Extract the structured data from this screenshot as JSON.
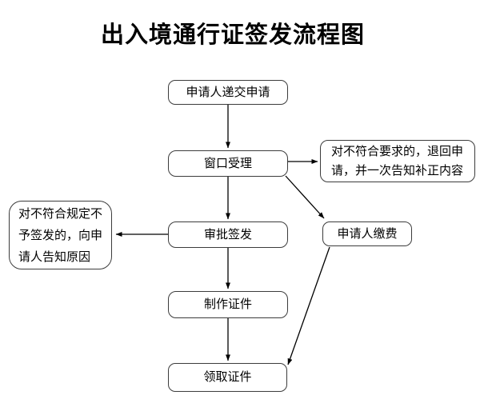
{
  "title": "出入境通行证签发流程图",
  "nodes": {
    "submit": {
      "label": "申请人递交申请"
    },
    "accept": {
      "label": "窗口受理"
    },
    "return_notice": {
      "label": "对不符合要求的，退回申\n请，并一次告知补正内容"
    },
    "approve": {
      "label": "审批签发"
    },
    "reject_notice": {
      "label": "对不符合规定不\n予签发的，向申\n请人告知原因"
    },
    "pay": {
      "label": "申请人缴费"
    },
    "produce": {
      "label": "制作证件"
    },
    "collect": {
      "label": "领取证件"
    }
  },
  "edges": [
    {
      "from": "submit",
      "to": "accept"
    },
    {
      "from": "accept",
      "to": "return_notice"
    },
    {
      "from": "accept",
      "to": "pay"
    },
    {
      "from": "accept",
      "to": "approve"
    },
    {
      "from": "approve",
      "to": "reject_notice"
    },
    {
      "from": "approve",
      "to": "produce"
    },
    {
      "from": "produce",
      "to": "collect"
    },
    {
      "from": "pay",
      "to": "collect"
    }
  ],
  "colors": {
    "background": "#ffffff",
    "line": "#000000",
    "box_border": "#3c3c3c",
    "box_fill": "#ffffff",
    "text": "#000000"
  }
}
